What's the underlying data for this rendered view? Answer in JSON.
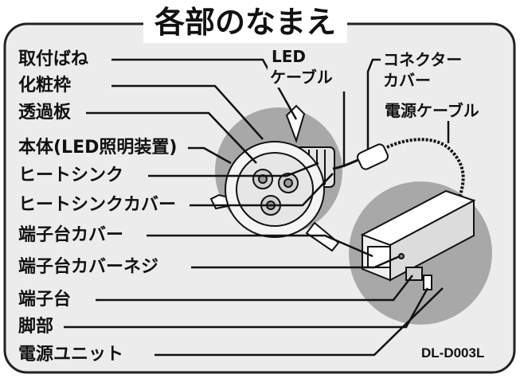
{
  "title": "各部のなまえ",
  "model_number": "DL-D003L",
  "labels": {
    "mounting_spring": "取付ばね",
    "decorative_frame": "化粧枠",
    "diffuser_panel": "透過板",
    "main_body": "本体(LED照明装置)",
    "heat_sink": "ヒートシンク",
    "heat_sink_cover": "ヒートシンクカバー",
    "terminal_block_cover": "端子台カバー",
    "terminal_block_cover_screw": "端子台カバーネジ",
    "terminal_block": "端子台",
    "legs": "脚部",
    "power_unit": "電源ユニット",
    "led_cable_line1": "LED",
    "led_cable_line2": "ケーブル",
    "connector_cover_line1": "コネクター",
    "connector_cover_line2": "カバー",
    "power_cable": "電源ケーブル"
  },
  "colors": {
    "panel_fill": "#ececec",
    "panel_stroke": "#222222",
    "circle_fill": "#a8a8a8",
    "part_fill": "#ffffff",
    "line": "#111111"
  }
}
